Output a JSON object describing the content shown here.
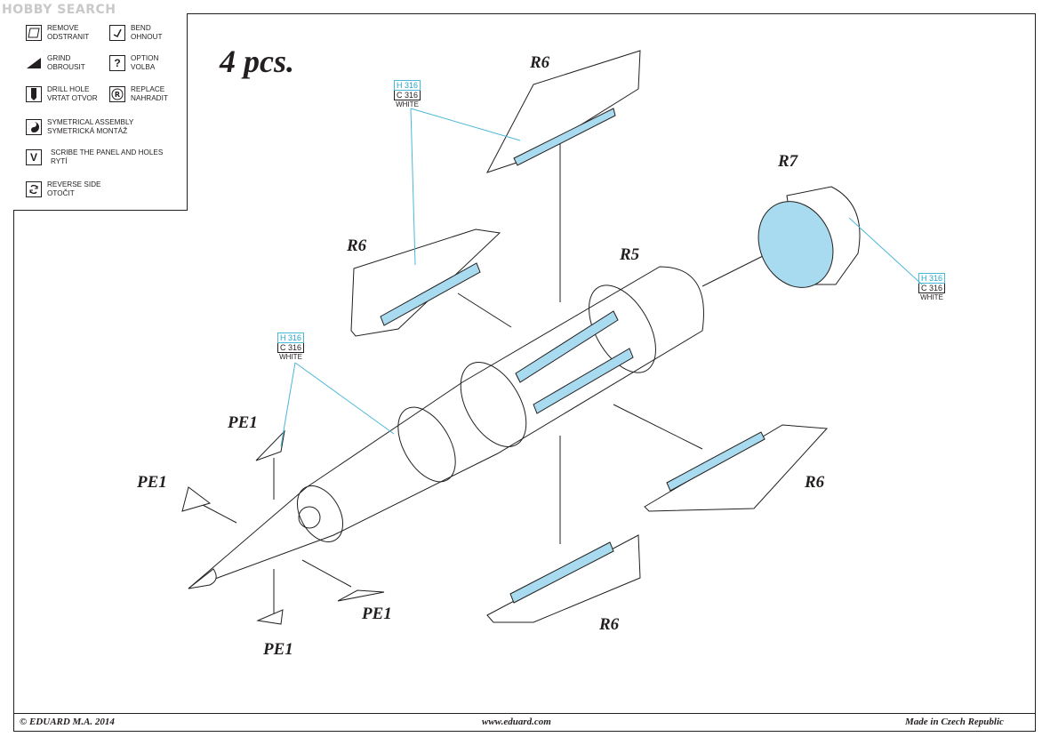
{
  "watermark": "HOBBY SEARCH",
  "legend": {
    "remove": "REMOVE\nODSTRANIT",
    "bend": "BEND\nOHNOUT",
    "grind": "GRIND\nOBROUSIT",
    "option": "OPTION\nVOLBA",
    "drill": "DRILL HOLE\nVRTAT OTVOR",
    "replace": "REPLACE\nNAHRADIT",
    "symmetrical": "SYMETRICAL ASSEMBLY\nSYMETRICKÁ MONTÁŽ",
    "scribe": "SCRIBE THE PANEL AND HOLES\nRYTÍ",
    "reverse": "REVERSE SIDE\nOTOČIT"
  },
  "title": "4 pcs.",
  "labels": {
    "r6_top": "R6",
    "r6_left": "R6",
    "r6_right": "R6",
    "r6_bottom": "R6",
    "r5": "R5",
    "r7": "R7",
    "pe1_a": "PE1",
    "pe1_b": "PE1",
    "pe1_c": "PE1",
    "pe1_d": "PE1"
  },
  "paint": {
    "h": "H 316",
    "c": "C 316",
    "w": "WHITE"
  },
  "colors": {
    "paint_blue": "#a8dbef",
    "callout_line": "#4ab8d8"
  },
  "footer": {
    "left": "© EDUARD  M.A. 2014",
    "middle": "www.eduard.com",
    "right": "Made in Czech Republic"
  }
}
